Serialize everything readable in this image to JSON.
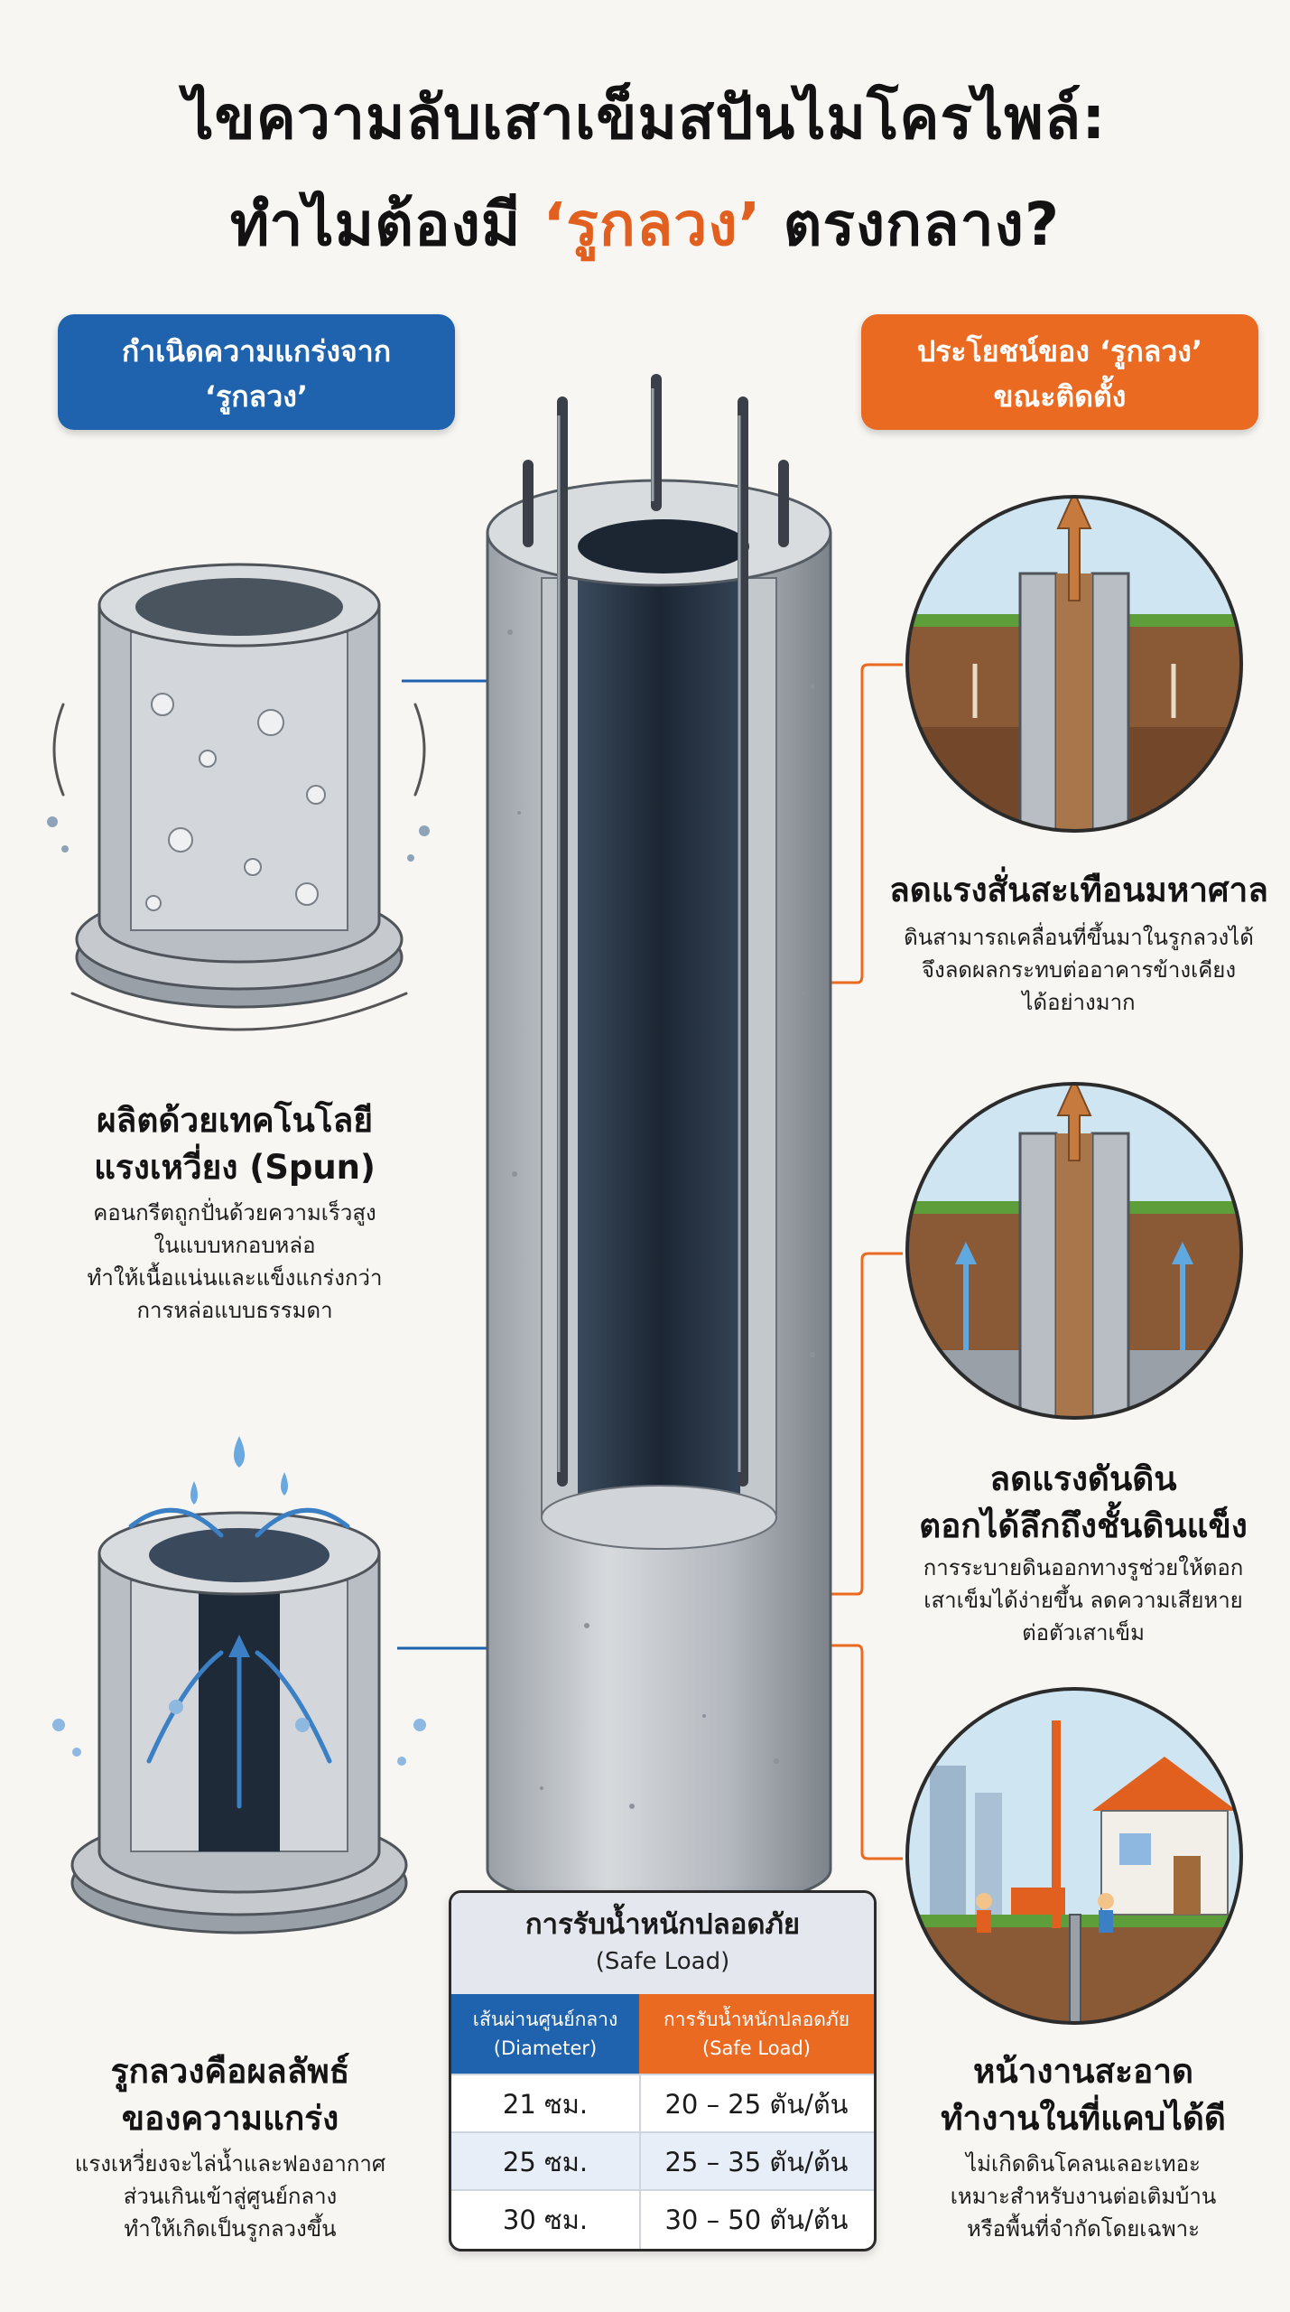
{
  "title": {
    "line1": "ไขความลับเสาเข็มสปันไมโครไพล์:",
    "line2_before": "ทำไมต้องมี",
    "line2_accent": "‘รูกลวง’",
    "line2_after": "ตรงกลาง?"
  },
  "left_section": {
    "badge_line1": "กำเนิดความแกร่งจาก",
    "badge_line2": "‘รูกลวง’",
    "spun": {
      "head_line1": "ผลิตด้วยเทคโนโลยี",
      "head_line2": "แรงเหวี่ยง (Spun)",
      "desc_line1": "คอนกรีตถูกปั่นด้วยความเร็วสูง",
      "desc_line2": "ในแบบหกอบหล่อ",
      "desc_line3": "ทำให้เนื้อแน่นและแข็งแกร่งกว่า",
      "desc_line4": "การหล่อแบบธรรมดา"
    },
    "hollow": {
      "head_line1": "รูกลวงคือผลลัพธ์",
      "head_line2": "ของความแกร่ง",
      "desc_line1": "แรงเหวี่ยงจะไล่น้ำและฟองอากาศ",
      "desc_line2": "ส่วนเกินเข้าสู่ศูนย์กลาง",
      "desc_line3": "ทำให้เกิดเป็นรูกลวงขึ้น"
    }
  },
  "right_section": {
    "badge_line1": "ประโยชน์ของ ‘รูกลวง’",
    "badge_line2": "ขณะติดตั้ง",
    "vibration": {
      "head": "ลดแรงสั่นสะเทือนมหาศาล",
      "desc_line1": "ดินสามารถเคลื่อนที่ขึ้นมาในรูกลวงได้",
      "desc_line2": "จึงลดผลกระทบต่ออาคารข้างเคียง",
      "desc_line3": "ได้อย่างมาก"
    },
    "soil": {
      "head_line1": "ลดแรงดันดิน",
      "head_line2": "ตอกได้ลึกถึงชั้นดินแข็ง",
      "desc_line1": "การระบายดินออกทางรูช่วยให้ตอก",
      "desc_line2": "เสาเข็มได้ง่ายขึ้น ลดความเสียหาย",
      "desc_line3": "ต่อตัวเสาเข็ม"
    },
    "clean": {
      "head_line1": "หน้างานสะอาด",
      "head_line2": "ทำงานในที่แคบได้ดี",
      "desc_line1": "ไม่เกิดดินโคลนเลอะเทอะ",
      "desc_line2": "เหมาะสำหรับงานต่อเติมบ้าน",
      "desc_line3": "หรือพื้นที่จำกัดโดยเฉพาะ"
    }
  },
  "safe_load_table": {
    "title_line1": "การรับน้ำหนักปลอดภัย",
    "title_line2": "(Safe Load)",
    "col1_line1": "เส้นผ่านศูนย์กลาง",
    "col1_line2": "(Diameter)",
    "col2_line1": "การรับน้ำหนักปลอดภัย",
    "col2_line2": "(Safe Load)",
    "rows": [
      {
        "diameter": "21 ซม.",
        "load": "20 – 25 ตัน/ต้น"
      },
      {
        "diameter": "25 ซม.",
        "load": "25 – 35 ตัน/ต้น"
      },
      {
        "diameter": "30 ซม.",
        "load": "30 – 50 ตัน/ต้น"
      }
    ]
  },
  "colors": {
    "blue": "#1f62ad",
    "orange": "#ea6a22",
    "concrete": "#b9bec4",
    "hollow_dark": "#1f2a38",
    "soil": "#8a5a36",
    "grass": "#5e9e3a"
  },
  "icons": [
    "spun-cylinder-illustration",
    "water-expulsion-illustration",
    "hollow-pile-illustration",
    "soil-rising-illustration",
    "soil-pressure-illustration",
    "construction-site-illustration"
  ]
}
